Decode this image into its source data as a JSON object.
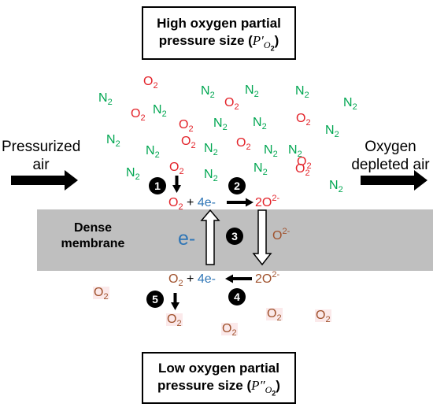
{
  "top_box": {
    "line1": "High oxygen partial",
    "line2": "pressure size (",
    "symbol": "P′",
    "sub": "O",
    "subsub": "2",
    "close": ")"
  },
  "bottom_box": {
    "line1": "Low oxygen partial",
    "line2": "pressure size (",
    "symbol": "P″",
    "sub": "O",
    "subsub": "2",
    "close": ")"
  },
  "left_label": {
    "line1": "Pressurized",
    "line2": "air"
  },
  "right_label": {
    "line1": "Oxygen",
    "line2": "depleted air"
  },
  "membrane_label": {
    "line1": "Dense",
    "line2": "membrane"
  },
  "molecules": {
    "n2": {
      "base": "N",
      "sub": "2"
    },
    "o2": {
      "base": "O",
      "sub": "2"
    }
  },
  "reaction_top": {
    "o2": "O",
    "o2_sub": "2",
    "plus": " + ",
    "electrons": "4e-",
    "product": "2O",
    "product_sup": "2-"
  },
  "reaction_bottom": {
    "o2": "O",
    "o2_sub": "2",
    "plus": " + ",
    "electrons": "4e-",
    "product": "2O",
    "product_sup": "2-"
  },
  "membrane_ion": {
    "base": "O",
    "sup": "2-"
  },
  "electron_label": "e-",
  "steps": [
    "1",
    "2",
    "3",
    "4",
    "5"
  ],
  "colors": {
    "n2": "#00a651",
    "o2_gas": "#e3232a",
    "o2_permeate": "#a0522d",
    "electron": "#2e75b6",
    "membrane": "#bfbfbf"
  }
}
